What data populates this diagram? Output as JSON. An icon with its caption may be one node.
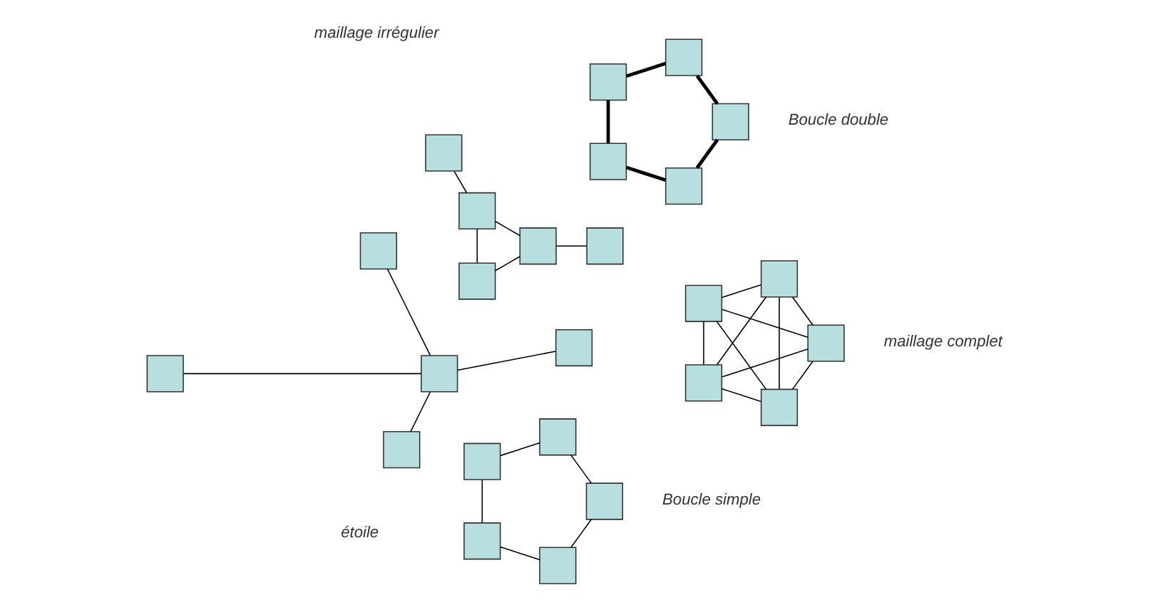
{
  "diagram": {
    "nodes": [
      {
        "text": [],
        "shape": "box"
      },
      {
        "text": [],
        "shape": "box"
      },
      {
        "text": [],
        "shape": "box"
      },
      {
        "text": [],
        "shape": "box"
      },
      {
        "text": [],
        "shape": "box"
      },
      {
        "text": [],
        "shape": "box"
      },
      {
        "text": [],
        "shape": "box"
      },
      {
        "text": [],
        "shape": "box"
      },
      {
        "text": [],
        "shape": "box"
      },
      {
        "text": [],
        "shape": "box"
      },
      {
        "text": [],
        "shape": "box"
      },
      {
        "text": [],
        "shape": "box"
      },
      {
        "text": [],
        "shape": "box"
      },
      {
        "text": [],
        "shape": "box"
      },
      {
        "text": [],
        "shape": "box"
      },
      {
        "text": [],
        "shape": "box"
      },
      {
        "text": [],
        "shape": "box"
      },
      {
        "text": [],
        "shape": "box"
      },
      {
        "text": [],
        "shape": "box"
      },
      {
        "text": [],
        "shape": "box"
      },
      {
        "text": [],
        "shape": "box"
      },
      {
        "text": [],
        "shape": "box"
      },
      {
        "text": [],
        "shape": "box"
      },
      {
        "text": [],
        "shape": "box"
      },
      {
        "text": [],
        "shape": "box"
      }
    ],
    "edges": [
      {
        "from": 0,
        "to": 2,
        "arrow": "none"
      },
      {
        "from": 1,
        "to": 2,
        "arrow": "none"
      },
      {
        "from": 2,
        "to": 3,
        "arrow": "none"
      },
      {
        "from": 2,
        "to": 4,
        "arrow": "none"
      },
      {
        "from": 5,
        "to": 6,
        "arrow": "none"
      },
      {
        "from": 5,
        "to": 7,
        "arrow": "none"
      },
      {
        "from": 6,
        "to": 8,
        "arrow": "none"
      },
      {
        "from": 7,
        "to": 9,
        "arrow": "none"
      },
      {
        "from": 8,
        "to": 9,
        "arrow": "none"
      },
      {
        "from": 10,
        "to": 11,
        "arrow": "none",
        "style": "thick"
      },
      {
        "from": 10,
        "to": 12,
        "arrow": "none",
        "style": "thick"
      },
      {
        "from": 11,
        "to": 13,
        "arrow": "none",
        "style": "thick"
      },
      {
        "from": 12,
        "to": 14,
        "arrow": "none",
        "style": "thick"
      },
      {
        "from": 13,
        "to": 14,
        "arrow": "none",
        "style": "thick"
      },
      {
        "from": 15,
        "to": 16,
        "arrow": "none"
      },
      {
        "from": 15,
        "to": 17,
        "arrow": "none"
      },
      {
        "from": 15,
        "to": 18,
        "arrow": "none"
      },
      {
        "from": 15,
        "to": 19,
        "arrow": "none"
      },
      {
        "from": 16,
        "to": 17,
        "arrow": "none"
      },
      {
        "from": 16,
        "to": 18,
        "arrow": "none"
      },
      {
        "from": 16,
        "to": 19,
        "arrow": "none"
      },
      {
        "from": 17,
        "to": 18,
        "arrow": "none"
      },
      {
        "from": 17,
        "to": 19,
        "arrow": "none"
      },
      {
        "from": 18,
        "to": 19,
        "arrow": "none"
      },
      {
        "from": 20,
        "to": 23,
        "arrow": "none"
      },
      {
        "from": 20,
        "to": 24,
        "arrow": "none"
      },
      {
        "from": 20,
        "to": 22,
        "arrow": "none"
      },
      {
        "from": 21,
        "to": 22,
        "arrow": "none"
      },
      {
        "from": 22,
        "to": 23,
        "arrow": "none"
      }
    ],
    "labels": [
      "étoile",
      "Boucle simple",
      "Boucle double",
      "maillage complet",
      "maillage irrégulier"
    ]
  }
}
